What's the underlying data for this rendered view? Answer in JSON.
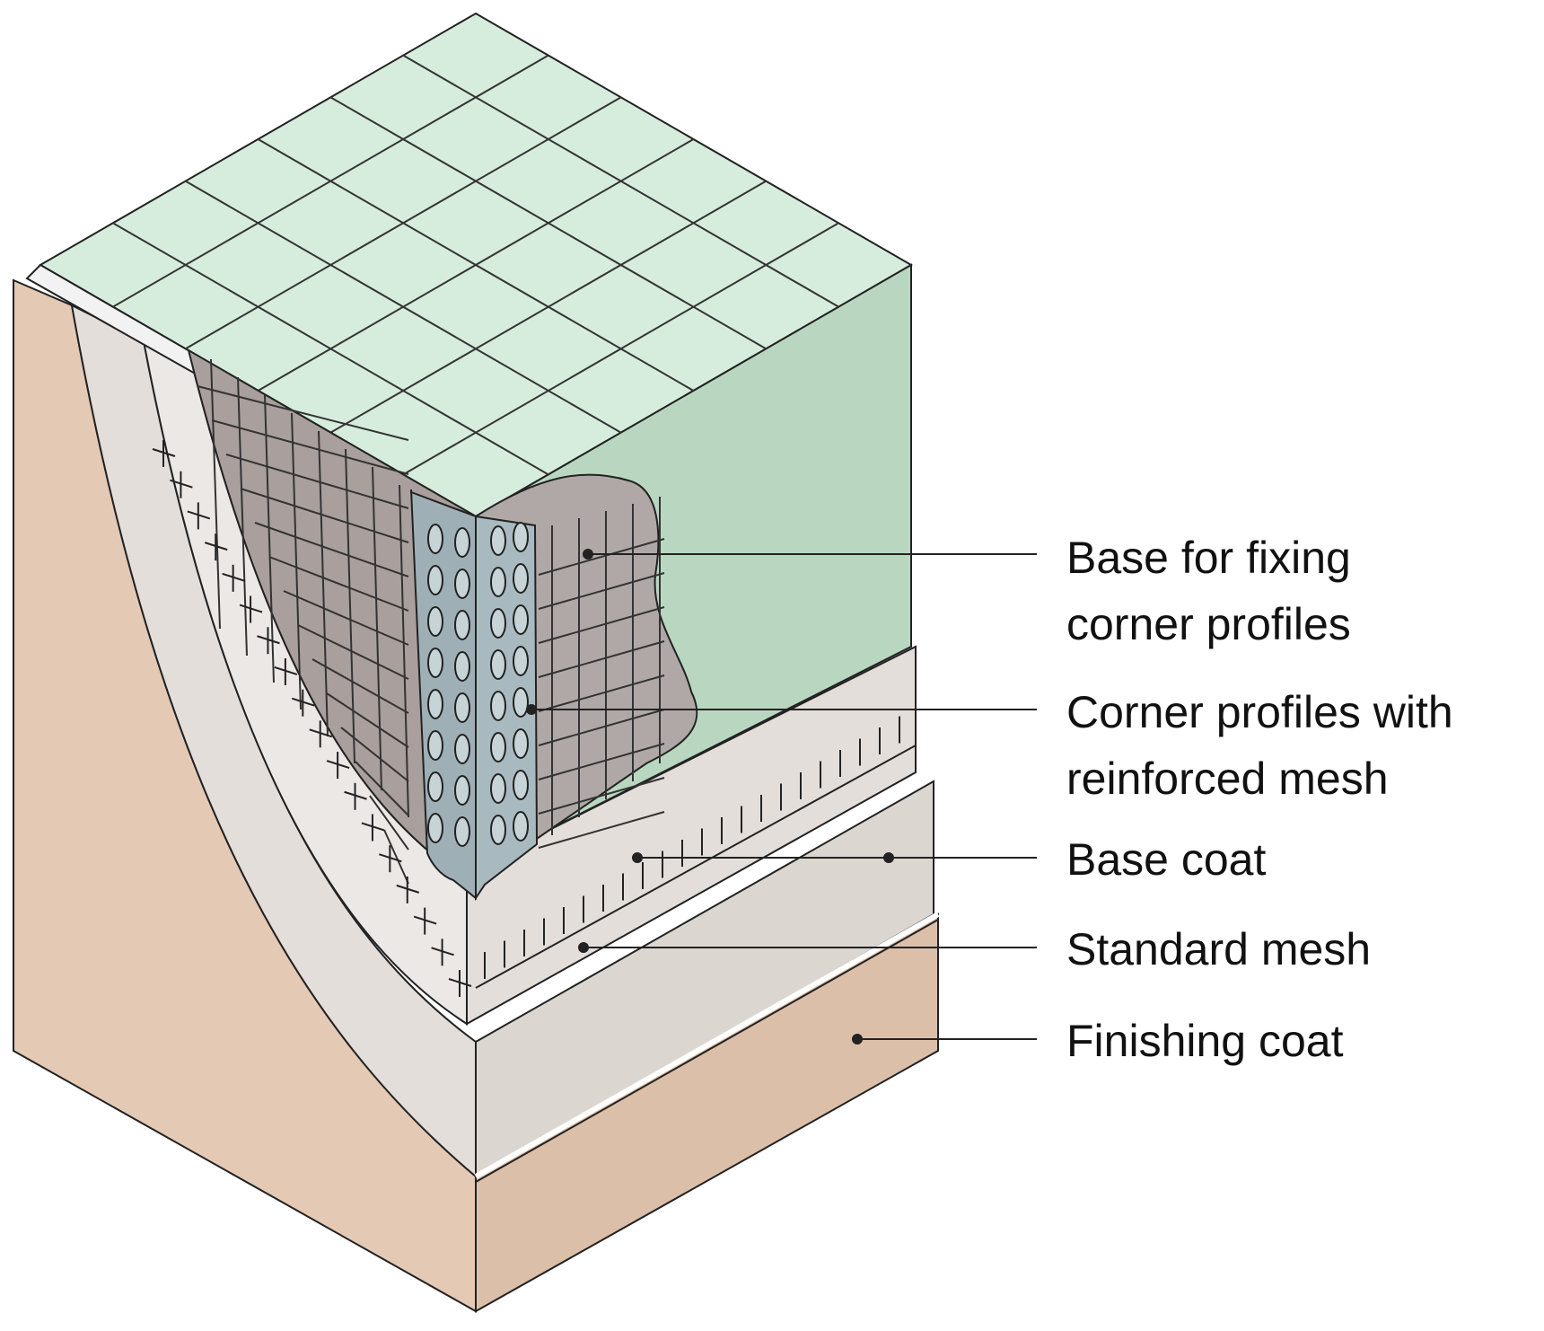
{
  "labels": [
    {
      "id": "base-for-fixing",
      "lines": [
        "Base for fixing",
        "corner profiles"
      ]
    },
    {
      "id": "corner-profiles",
      "lines": [
        "Corner profiles with",
        "reinforced mesh"
      ]
    },
    {
      "id": "base-coat",
      "lines": [
        "Base coat"
      ]
    },
    {
      "id": "standard-mesh",
      "lines": [
        "Standard mesh"
      ]
    },
    {
      "id": "finishing-coat",
      "lines": [
        "Finishing coat"
      ]
    }
  ],
  "colors": {
    "insulation": "#d6ecdd",
    "insulation_side": "#b9d7c0",
    "adhesive": "#b0a8a6",
    "profile": "#9eb0b5",
    "base_coat": "#e3deda",
    "finishing_coat": "#e4c9b5",
    "line": "#222222"
  }
}
